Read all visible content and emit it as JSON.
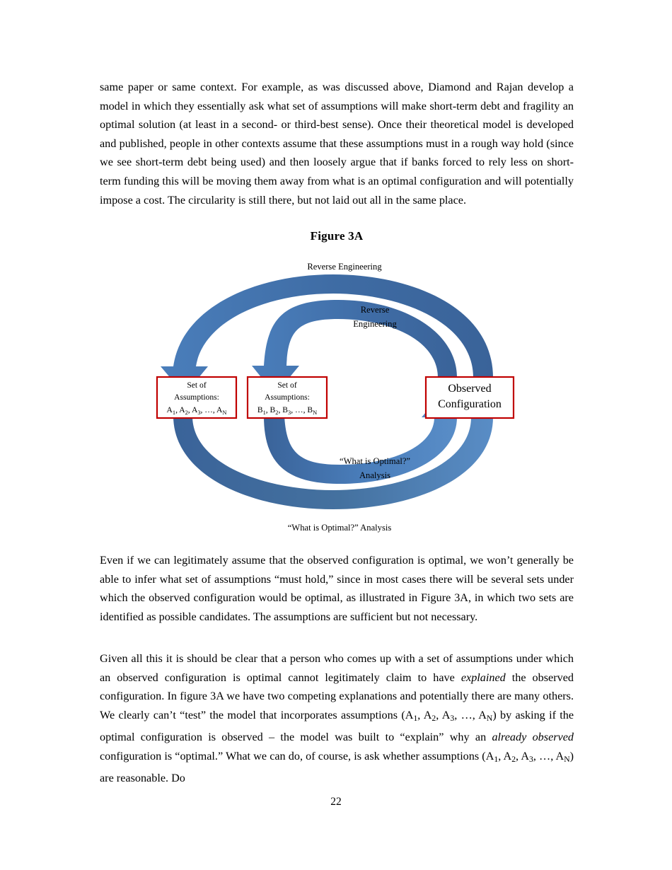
{
  "document": {
    "page_number": "22",
    "paragraphs": [
      "same paper or same context.  For example, as was discussed above, Diamond and Rajan develop a model in which they essentially ask what set of assumptions will make short-term debt and fragility an optimal solution (at least in a second- or third-best sense). Once their theoretical model is developed and published, people in other contexts assume that these assumptions must in a rough way hold (since we see short-term debt being used) and then loosely argue that if banks forced to rely less on short-term funding this will be moving them away from what is an optimal configuration and will potentially impose a cost. The circularity is still there, but not laid out all in the same place.",
      "Even if we can legitimately assume that the observed configuration is optimal, we won’t generally be able to infer what set of assumptions “must hold,” since in most cases there will be several sets under which the observed configuration would be optimal, as illustrated in Figure 3A, in which two sets are identified as possible candidates. The assumptions are sufficient but not necessary."
    ],
    "paragraph_3_runs": [
      {
        "text": "Given all this it is should be clear that a person who comes up with a set of assumptions under which an observed configuration is optimal cannot legitimately claim to have ",
        "style": "normal"
      },
      {
        "text": "explained",
        "style": "italic"
      },
      {
        "text": " the observed configuration. In figure 3A we have two competing explanations and potentially there are many others. We clearly can’t “test” the model that incorporates assumptions (A",
        "style": "normal"
      },
      {
        "text": "1",
        "style": "sub"
      },
      {
        "text": ", A",
        "style": "normal"
      },
      {
        "text": "2",
        "style": "sub"
      },
      {
        "text": ", A",
        "style": "normal"
      },
      {
        "text": "3",
        "style": "sub"
      },
      {
        "text": ", …, A",
        "style": "normal"
      },
      {
        "text": "N",
        "style": "sub"
      },
      {
        "text": ") by asking if the optimal configuration is observed – the model was built to “explain” why an ",
        "style": "normal"
      },
      {
        "text": "already observed",
        "style": "italic"
      },
      {
        "text": " configuration is “optimal.” What we can do, of course, is ask whether assumptions (A",
        "style": "normal"
      },
      {
        "text": "1",
        "style": "sub"
      },
      {
        "text": ", A",
        "style": "normal"
      },
      {
        "text": "2",
        "style": "sub"
      },
      {
        "text": ", A",
        "style": "normal"
      },
      {
        "text": "3",
        "style": "sub"
      },
      {
        "text": ", …, A",
        "style": "normal"
      },
      {
        "text": "N",
        "style": "sub"
      },
      {
        "text": ") are reasonable. Do",
        "style": "normal"
      }
    ]
  },
  "figure": {
    "title": "Figure 3A",
    "colors": {
      "arrow_blue": "#4A7EBB",
      "arrow_blue_dark": "#3A6399",
      "box_border_red": "#C00000",
      "box_fill": "#FFFFFF",
      "text_black": "#000000"
    },
    "boxes": [
      {
        "id": "set-of-assumptions-a",
        "lines": [
          "Set of",
          "Assumptions:"
        ],
        "formula_parts": [
          "A",
          "1",
          ", A",
          "2",
          ", A",
          "3",
          ", …, A",
          "N"
        ],
        "formula_plain": "A1, A2, A3, …, AN"
      },
      {
        "id": "set-of-assumptions-b",
        "lines": [
          "Set of",
          "Assumptions:"
        ],
        "formula_parts": [
          "B",
          "1",
          ", B",
          "2",
          ", B",
          "3",
          ", …, B",
          "N"
        ],
        "formula_plain": "B1, B2, B3, …, BN"
      },
      {
        "id": "observed-configuration",
        "lines": [
          "Observed",
          "Configuration"
        ]
      }
    ],
    "arc_labels": {
      "outer_top": "Reverse Engineering",
      "inner_top_line1": "Reverse",
      "inner_top_line2": "Engineering",
      "inner_bottom_line1": "“What is Optimal?”",
      "inner_bottom_line2": "Analysis",
      "outer_bottom": "“What is Optimal?” Analysis"
    }
  }
}
